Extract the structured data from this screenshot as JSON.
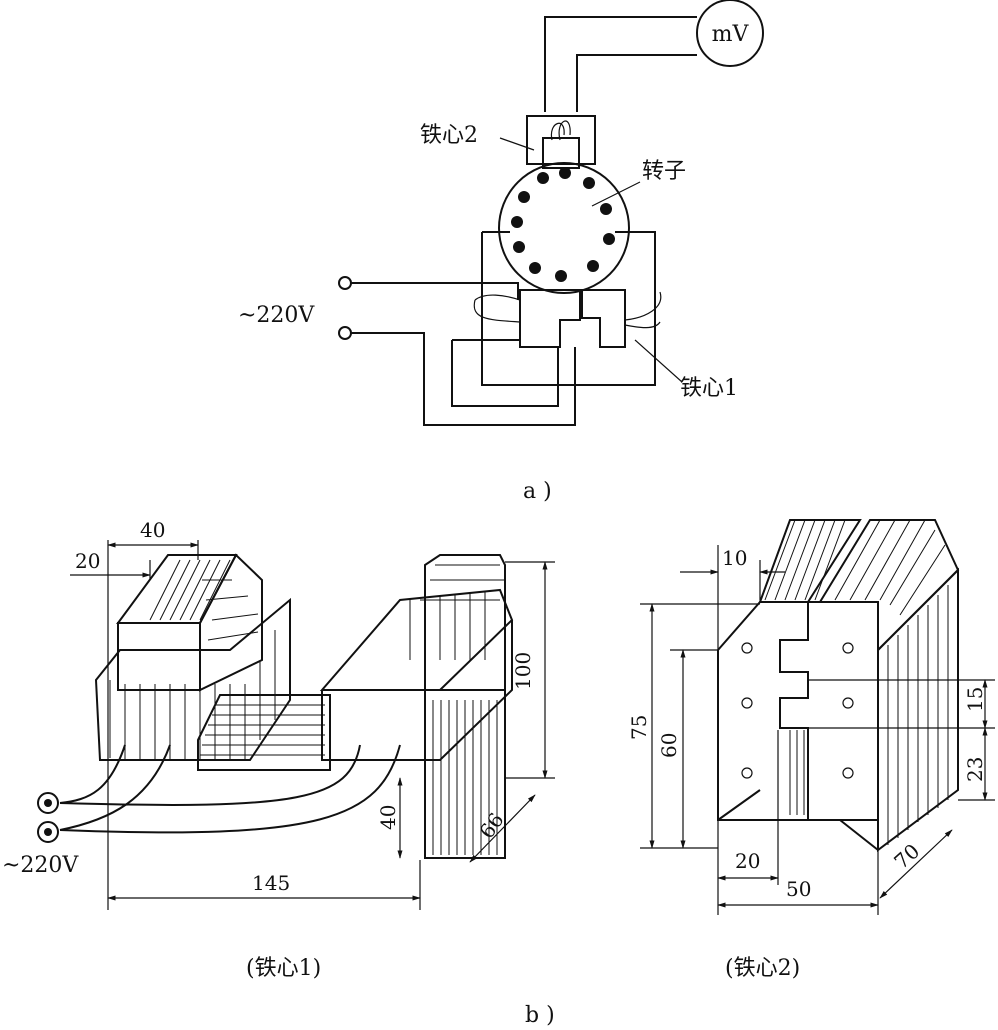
{
  "diagram_a": {
    "meter": "mV",
    "core2": "铁心2",
    "rotor": "转子",
    "supply": "~220V",
    "core1": "铁心1",
    "caption": "a )"
  },
  "diagram_b": {
    "left": {
      "dims": {
        "d40": "40",
        "d20": "20",
        "d100": "100",
        "d40v": "40",
        "d66": "66",
        "d145": "145"
      },
      "supply": "~220V",
      "caption": "(铁心1)"
    },
    "right": {
      "dims": {
        "d10": "10",
        "d75": "75",
        "d60": "60",
        "d15": "15",
        "d23": "23",
        "d20": "20",
        "d50": "50",
        "d70": "70"
      },
      "caption": "(铁心2)"
    },
    "caption": "b )"
  }
}
